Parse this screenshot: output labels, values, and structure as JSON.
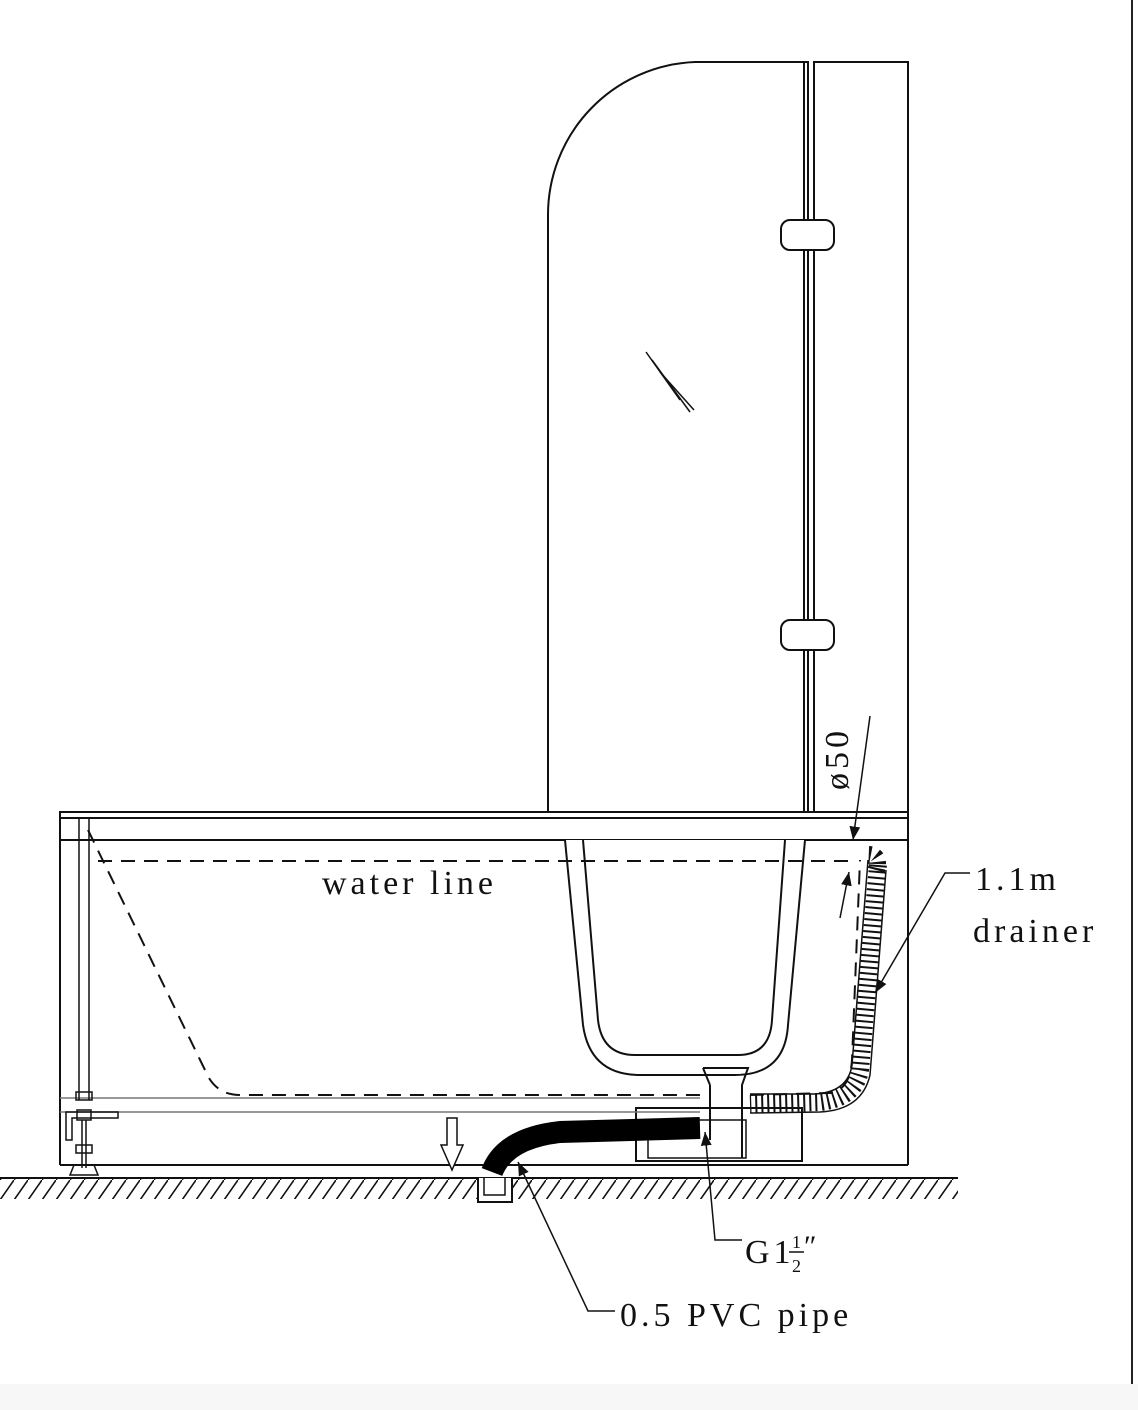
{
  "labels": {
    "water_line": "water line",
    "diameter": "ø50",
    "drainer_length": "1.1m",
    "drainer": "drainer",
    "thread_g": "G1",
    "thread_num": "1",
    "thread_den": "2",
    "thread_inch": "″",
    "pvc_pipe": "0.5 PVC pipe"
  }
}
